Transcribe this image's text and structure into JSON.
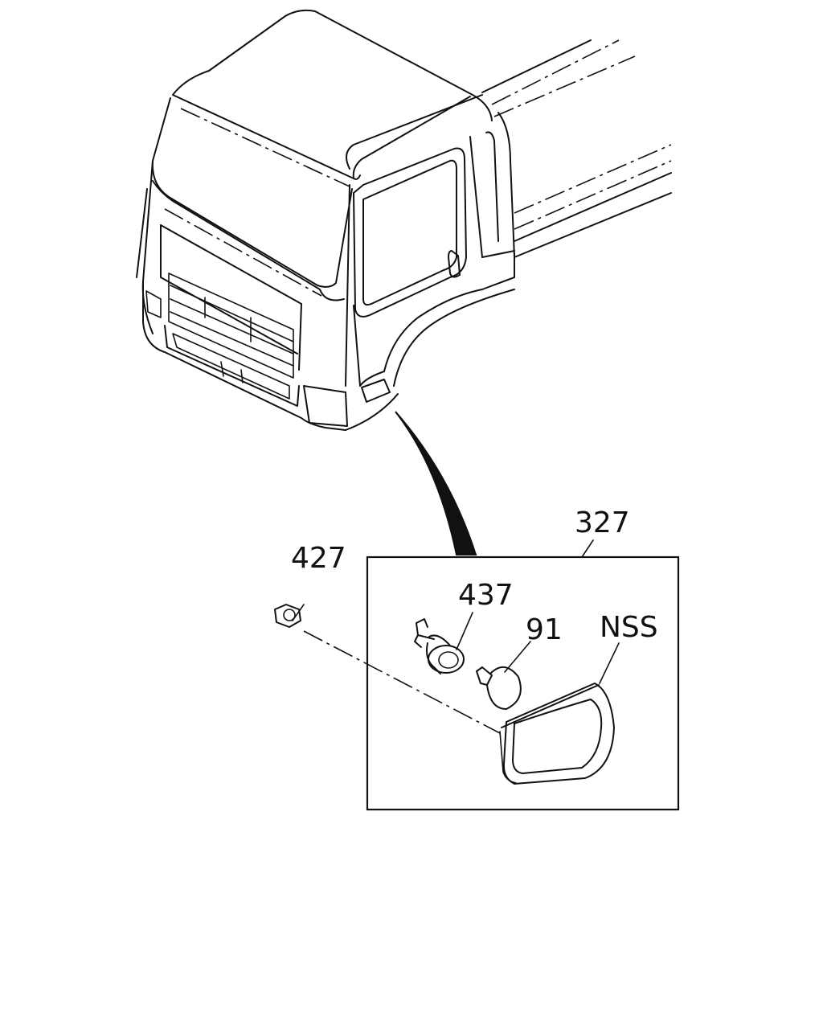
{
  "callouts": {
    "assembly": "327",
    "nut": "427",
    "socket": "437",
    "bulb": "91",
    "lens": "NSS"
  }
}
